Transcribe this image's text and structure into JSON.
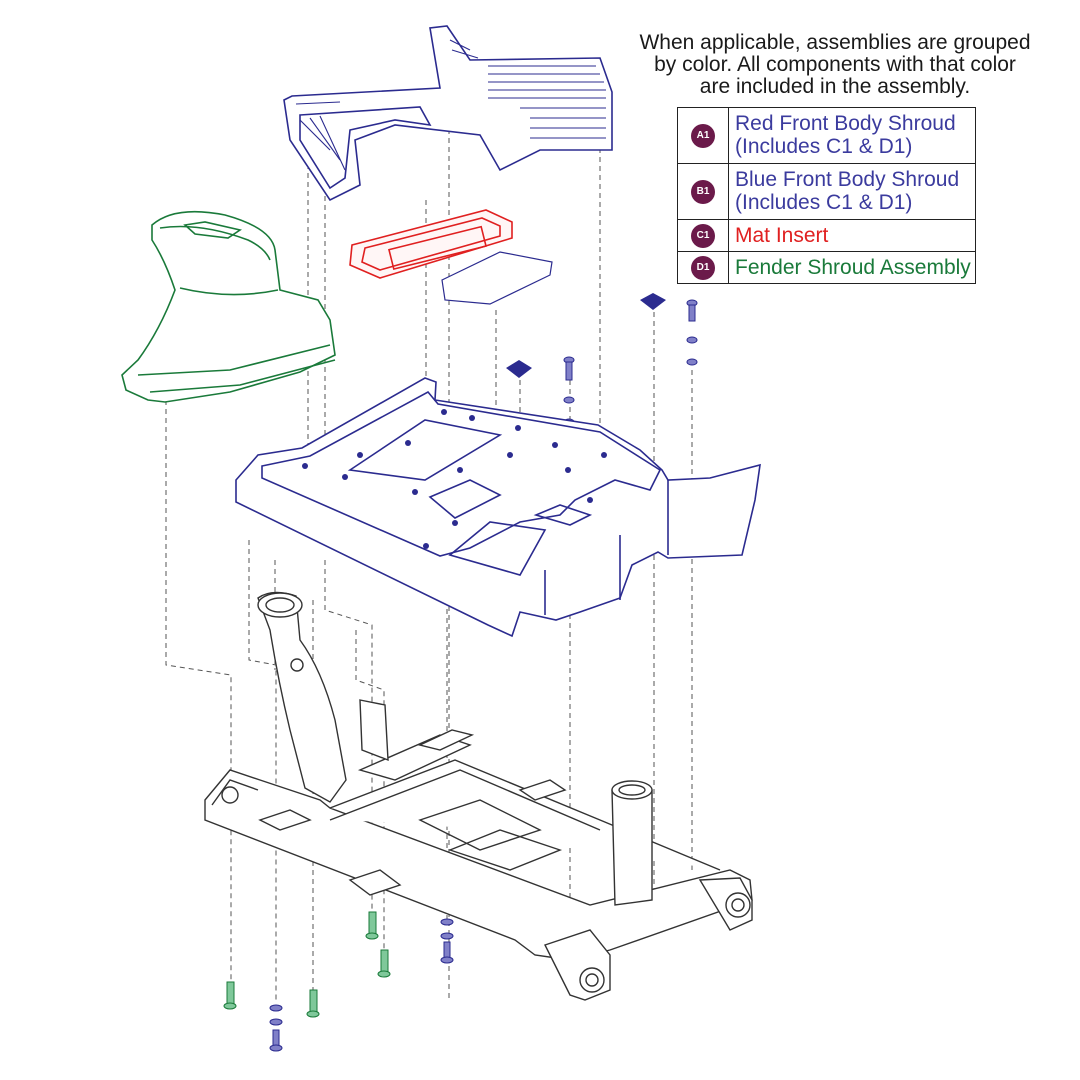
{
  "note": {
    "line1": "When applicable, assemblies are grouped",
    "line2": "by color. All components with that color",
    "line3": "are included in the assembly."
  },
  "legend": [
    {
      "code": "A1",
      "line1": "Red Front Body Shroud",
      "line2": "(Includes C1 & D1)",
      "color": "#3b3b9e"
    },
    {
      "code": "B1",
      "line1": "Blue Front Body Shroud",
      "line2": "(Includes C1 & D1)",
      "color": "#3b3b9e"
    },
    {
      "code": "C1",
      "line1": "Mat Insert",
      "line2": "",
      "color": "#e02020"
    },
    {
      "code": "D1",
      "line1": "Fender Shroud Assembly",
      "line2": "",
      "color": "#1a7a3a"
    }
  ],
  "colors": {
    "blue_parts": "#2b2b8f",
    "red_parts": "#e02020",
    "green_parts": "#1a7a3a",
    "frame": "#333333",
    "badge": "#6b1a4a"
  },
  "icons": {
    "badge": "circle-badge",
    "diamond_marker": "diamond-icon",
    "screw": "screw-icon"
  }
}
